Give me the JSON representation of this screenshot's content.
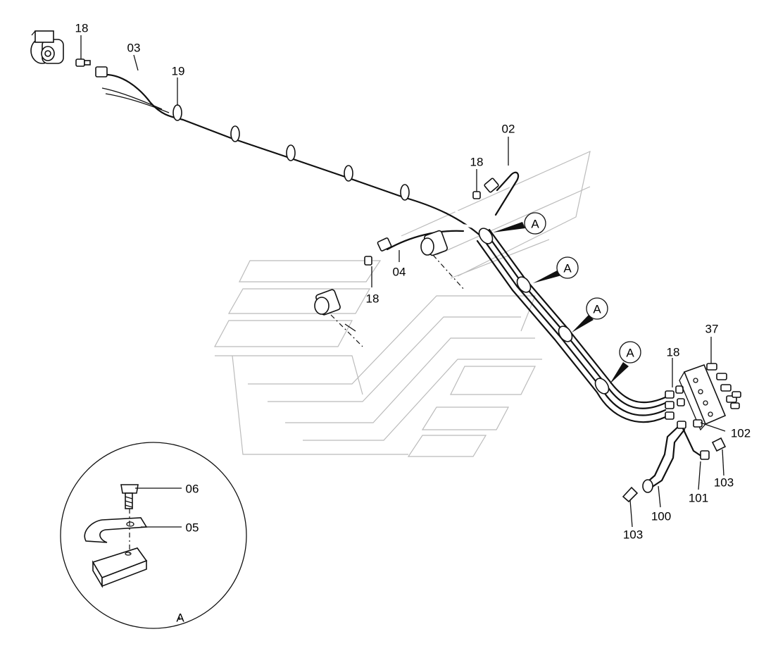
{
  "diagram": {
    "parts": [
      {
        "id": "p18a",
        "label": "18"
      },
      {
        "id": "p03",
        "label": "03"
      },
      {
        "id": "p19",
        "label": "19"
      },
      {
        "id": "p02",
        "label": "02"
      },
      {
        "id": "p18b",
        "label": "18"
      },
      {
        "id": "p04",
        "label": "04"
      },
      {
        "id": "p18c",
        "label": "18"
      },
      {
        "id": "p18d",
        "label": "18"
      },
      {
        "id": "p37",
        "label": "37"
      },
      {
        "id": "p102",
        "label": "102"
      },
      {
        "id": "p103a",
        "label": "103"
      },
      {
        "id": "p101",
        "label": "101"
      },
      {
        "id": "p100",
        "label": "100"
      },
      {
        "id": "p103b",
        "label": "103"
      },
      {
        "id": "p06",
        "label": "06"
      },
      {
        "id": "p05",
        "label": "05"
      }
    ],
    "clamp_callouts": [
      "A",
      "A",
      "A",
      "A"
    ],
    "detail_view": {
      "label": "A"
    }
  }
}
